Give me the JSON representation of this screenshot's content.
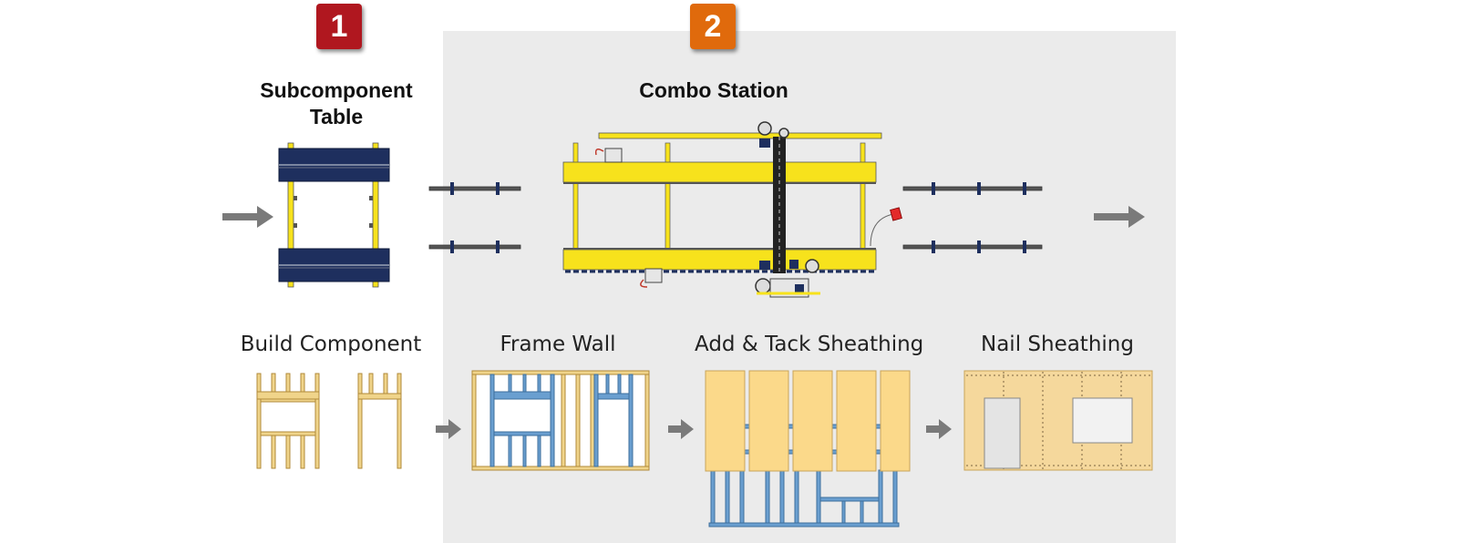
{
  "badges": {
    "station_1": "1",
    "station_2": "2"
  },
  "titles": {
    "subcomponent_line1": "Subcomponent",
    "subcomponent_line2": "Table",
    "combo": "Combo Station"
  },
  "steps": {
    "build_component": "Build Component",
    "frame_wall": "Frame Wall",
    "add_tack": "Add & Tack Sheathing",
    "nail": "Nail Sheathing"
  },
  "colors": {
    "badge_red": "#b0171f",
    "badge_orange": "#e06a0c",
    "panel": "#ebebeb",
    "table_navy": "#1e2f5e",
    "yellow": "#f7e21c",
    "lumber": "#f0d48a",
    "steel_blue": "#6a9fd0",
    "sheathing": "#fbd98a",
    "arrow": "#7a7a7a"
  }
}
